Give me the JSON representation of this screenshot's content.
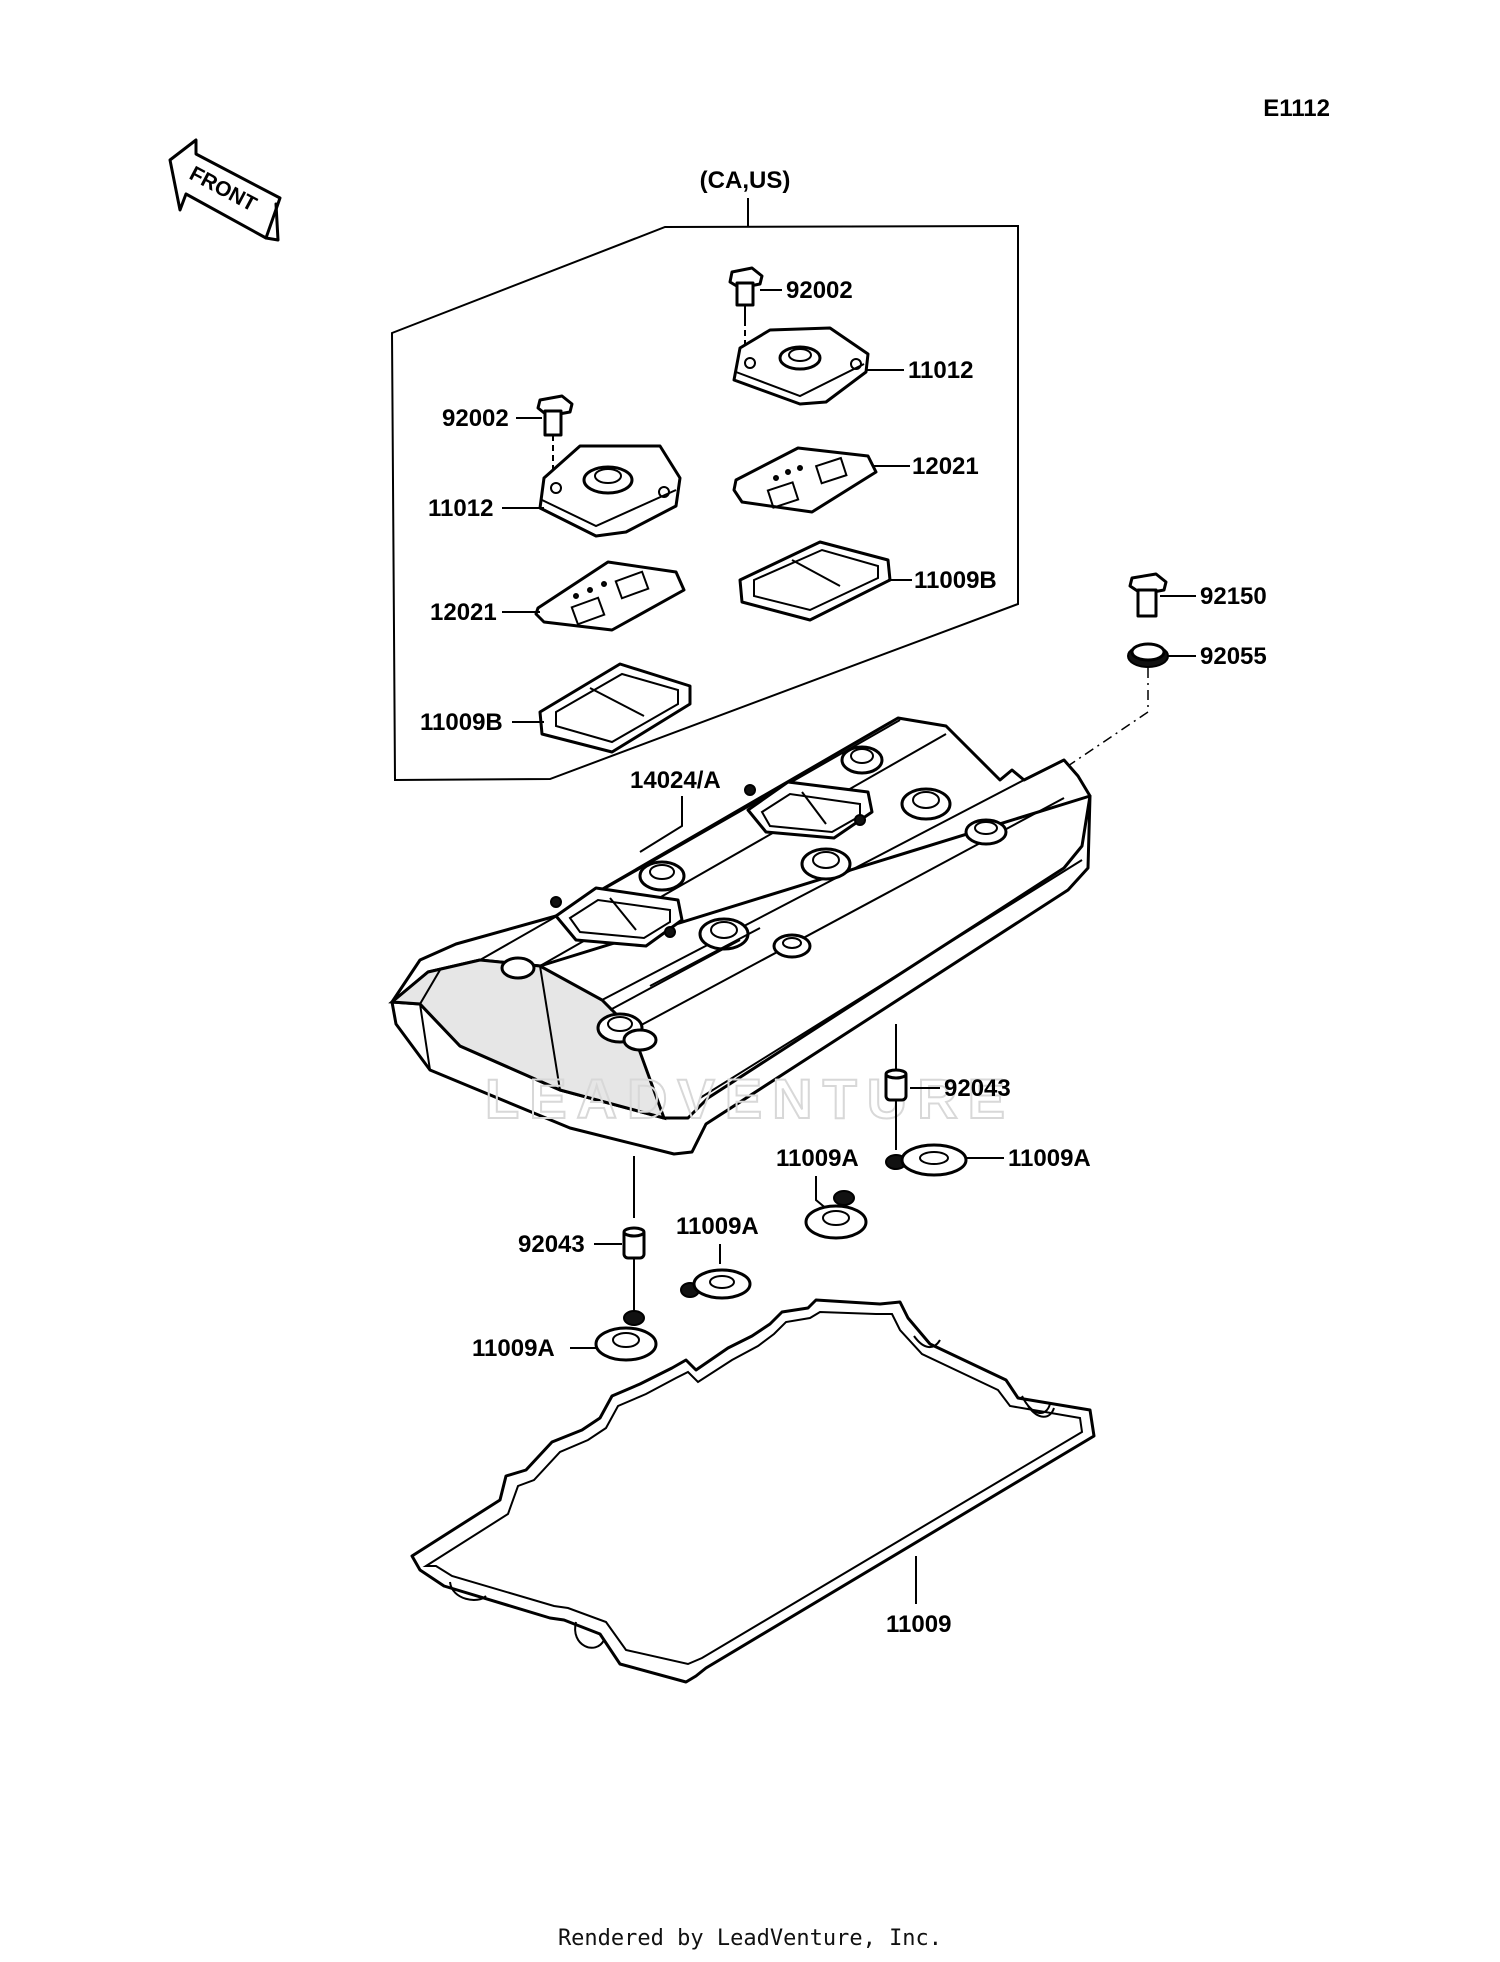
{
  "page": {
    "diagram_code": "E1112",
    "group_label": "(CA,US)",
    "front_label": "FRONT",
    "watermark": "LEADVENTURE",
    "footer": "Rendered by LeadVenture, Inc."
  },
  "callouts": [
    {
      "id": "c1",
      "label": "92002"
    },
    {
      "id": "c2",
      "label": "11012"
    },
    {
      "id": "c3",
      "label": "92002"
    },
    {
      "id": "c4",
      "label": "12021"
    },
    {
      "id": "c5",
      "label": "11012"
    },
    {
      "id": "c6",
      "label": "11009B"
    },
    {
      "id": "c7",
      "label": "12021"
    },
    {
      "id": "c8",
      "label": "11009B"
    },
    {
      "id": "c9",
      "label": "92150"
    },
    {
      "id": "c10",
      "label": "92055"
    },
    {
      "id": "c11",
      "label": "14024/A"
    },
    {
      "id": "c12",
      "label": "92043"
    },
    {
      "id": "c13",
      "label": "11009A"
    },
    {
      "id": "c14",
      "label": "11009A"
    },
    {
      "id": "c15",
      "label": "11009A"
    },
    {
      "id": "c16",
      "label": "92043"
    },
    {
      "id": "c17",
      "label": "11009A"
    },
    {
      "id": "c18",
      "label": "11009"
    }
  ]
}
